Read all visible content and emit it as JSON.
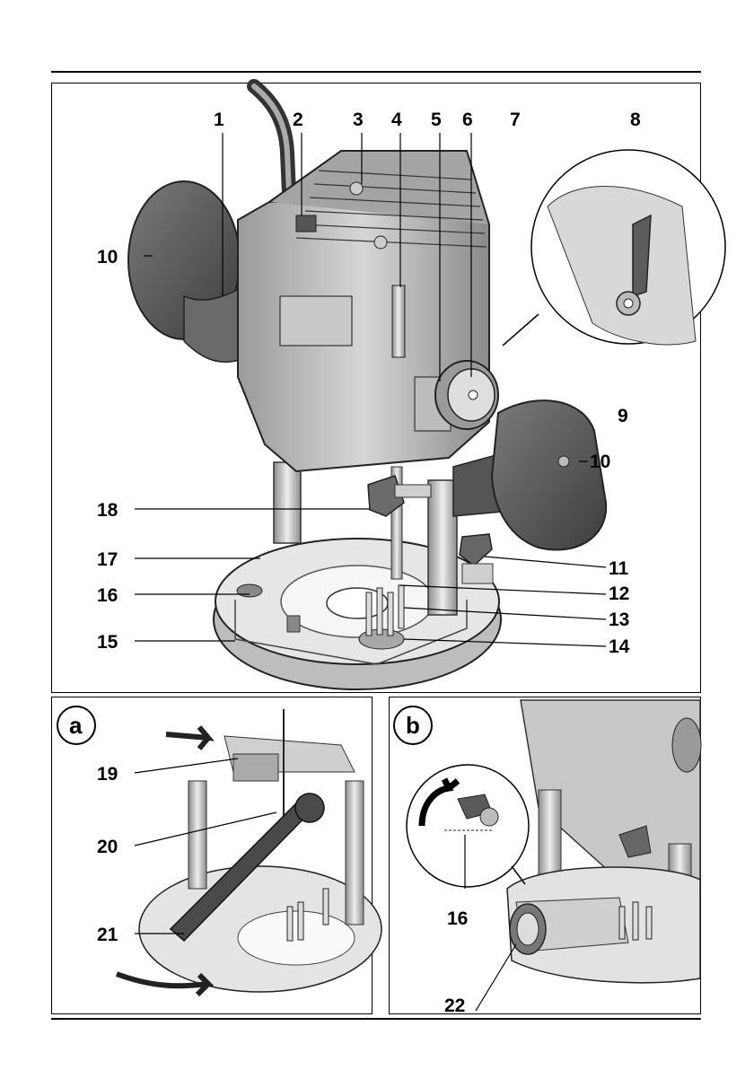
{
  "callouts": {
    "c1": "1",
    "c2": "2",
    "c3": "3",
    "c4": "4",
    "c5": "5",
    "c6": "6",
    "c7": "7",
    "c8": "8",
    "c9": "9",
    "c10a": "10",
    "c10b": "10",
    "c11": "11",
    "c12": "12",
    "c13": "13",
    "c14": "14",
    "c15": "15",
    "c16": "16",
    "c17": "17",
    "c18": "18",
    "c19": "19",
    "c20": "20",
    "c21": "21",
    "c16b": "16",
    "c22": "22"
  },
  "panels": {
    "a": "a",
    "b": "b"
  }
}
